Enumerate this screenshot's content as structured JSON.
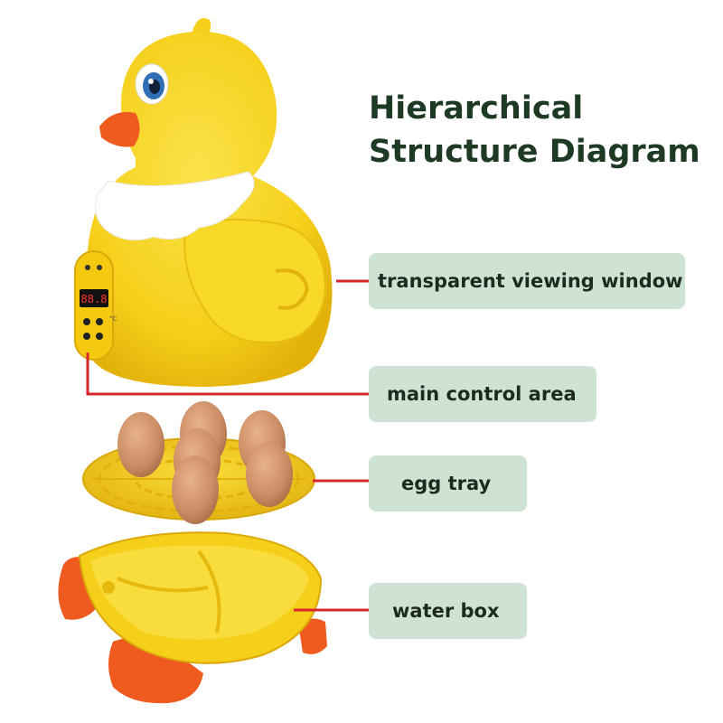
{
  "title": {
    "line1": "Hierarchical",
    "line2": "Structure Diagram"
  },
  "labels": {
    "viewing_window": "transparent viewing window",
    "control_area": "main control area",
    "egg_tray": "egg tray",
    "water_box": "water box"
  },
  "colors": {
    "title": "#1f3a24",
    "label_bg": "#cfe3d4",
    "connector": "#d9272e",
    "duck_body": "#f7d51f",
    "duck_shadow": "#e6b90c",
    "beak_feet": "#ef5a1e",
    "collar": "#ffffff",
    "egg": "#c98b62"
  },
  "display": {
    "readout": "88.8",
    "unit": "°C"
  }
}
